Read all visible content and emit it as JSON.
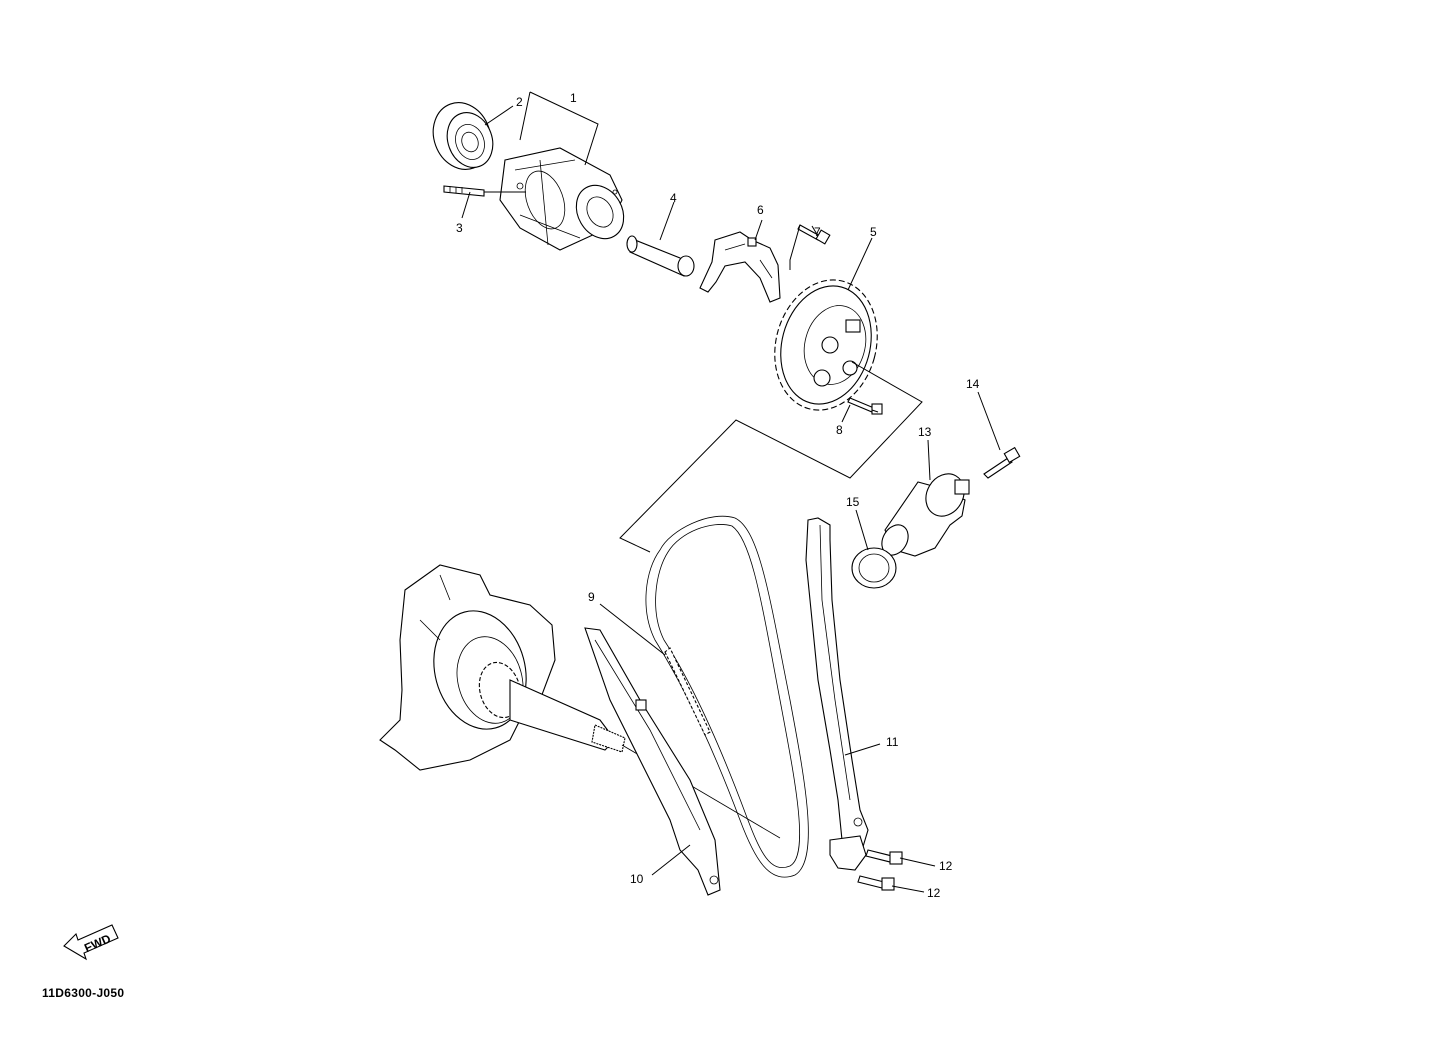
{
  "diagram_code": "11D6300-J050",
  "fwd_arrow_label": "FWD",
  "callouts": [
    {
      "id": "c1",
      "text": "1"
    },
    {
      "id": "c2",
      "text": "2"
    },
    {
      "id": "c3",
      "text": "3"
    },
    {
      "id": "c4",
      "text": "4"
    },
    {
      "id": "c5",
      "text": "5"
    },
    {
      "id": "c6",
      "text": "6"
    },
    {
      "id": "c7",
      "text": "7"
    },
    {
      "id": "c8",
      "text": "8"
    },
    {
      "id": "c9",
      "text": "9"
    },
    {
      "id": "c10",
      "text": "10"
    },
    {
      "id": "c11",
      "text": "11"
    },
    {
      "id": "c12a",
      "text": "12"
    },
    {
      "id": "c12b",
      "text": "12"
    },
    {
      "id": "c13",
      "text": "13"
    },
    {
      "id": "c14",
      "text": "14"
    },
    {
      "id": "c15",
      "text": "15"
    }
  ]
}
